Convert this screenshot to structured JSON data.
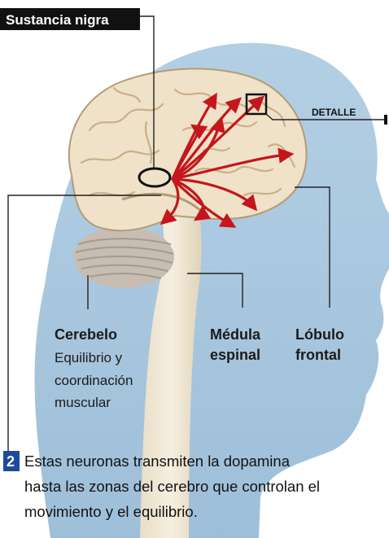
{
  "title_tag": "Sustancia nigra",
  "detail_label": "DETALLE",
  "labels": {
    "cerebelo": {
      "title": "Cerebelo",
      "desc_lines": [
        "Equilibrio y",
        "coordinación",
        "muscular"
      ]
    },
    "medula": {
      "lines": [
        "Médula",
        "espinal"
      ]
    },
    "lobulo": {
      "lines": [
        "Lóbulo",
        "frontal"
      ]
    }
  },
  "step": {
    "number": "2",
    "lines": [
      "Estas neuronas transmiten la dopamina",
      "hasta las zonas del cerebro que controlan el",
      "movimiento y el equilibrio."
    ]
  },
  "colors": {
    "head": "#a3c3dc",
    "brain": "#efe2c8",
    "brain_fold": "#c9b08a",
    "cerebellum": "#c7bdb2",
    "arrows": "#c4161c",
    "step_badge": "#1e4a9c",
    "tag_bg": "#111111"
  }
}
